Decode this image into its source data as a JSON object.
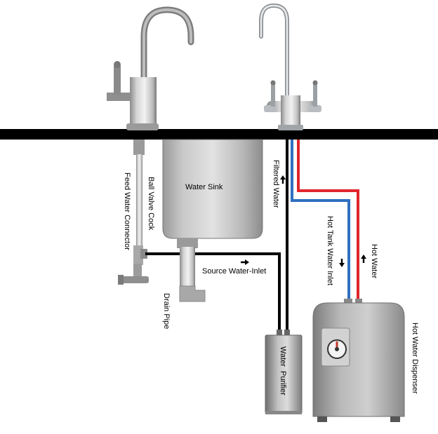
{
  "labels": {
    "water_sink": "Water Sink",
    "filtered_water": "Filtered Water",
    "ball_valve_cock": "Ball Valve Cock",
    "feed_water_connector": "Feed Water Connector",
    "source_water_inlet": "Source Water-Inlet",
    "drain_pipe": "Drain Pipe",
    "water_purifier": "Water  Purifier",
    "hot_tank_water_inlet": "Hot Tank Water Inlet",
    "hot_water": "Hot Water",
    "hot_water_dispenser": "Hot Water Dispenser"
  },
  "colors": {
    "counter": "#000000",
    "hot_line": "#e0262b",
    "cold_line": "#2f6fc0",
    "feed_line": "#000000",
    "steel_light": "#d8d8d8",
    "steel_mid": "#a9a9a9",
    "steel_dark": "#6e6e6e",
    "chrome": "#c8ccd0"
  },
  "icons": [
    "up-arrow-icon",
    "down-arrow-icon",
    "right-arrow-icon",
    "temperature-dial-icon"
  ]
}
